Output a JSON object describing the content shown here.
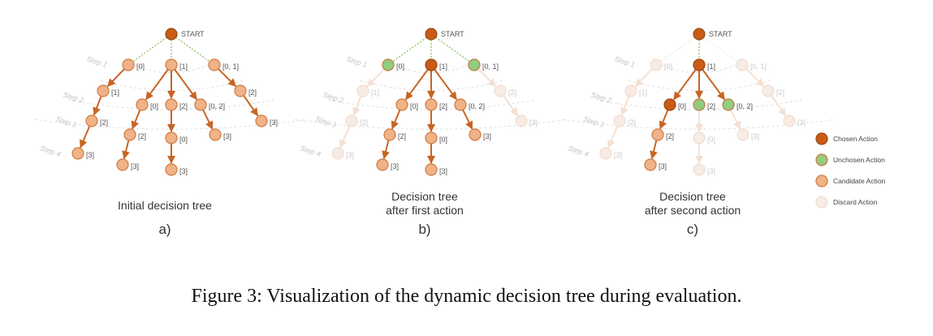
{
  "start_label": "START",
  "step_labels": [
    "Step 1",
    "Step 2",
    "Step 3",
    "Step 4"
  ],
  "colors": {
    "chosen": "#c85c17",
    "unchosen": "#92cc7e",
    "candidate": "#f0b287",
    "discard": "#f7ebe4",
    "edge": "#c76524",
    "start_edge": "#8dc25b"
  },
  "legend": [
    {
      "label": "Chosen Action",
      "type": "chosen"
    },
    {
      "label": "Unchosen Action",
      "type": "unchosen"
    },
    {
      "label": "Candidate Action",
      "type": "candidate"
    },
    {
      "label": "Discard Action",
      "type": "discard"
    }
  ],
  "tree": {
    "nodes": [
      {
        "id": "n0",
        "label": "[0]"
      },
      {
        "id": "n1",
        "label": "[1]"
      },
      {
        "id": "n2",
        "label": "[0, 1]"
      },
      {
        "id": "n0a",
        "label": "[1]"
      },
      {
        "id": "n1a",
        "label": "[0]"
      },
      {
        "id": "n1b",
        "label": "[2]"
      },
      {
        "id": "n1c",
        "label": "[0, 2]"
      },
      {
        "id": "n2a",
        "label": "[2]"
      },
      {
        "id": "n0b",
        "label": "[2]"
      },
      {
        "id": "n1d",
        "label": "[2]"
      },
      {
        "id": "n1e",
        "label": "[0]"
      },
      {
        "id": "n1f",
        "label": "[3]"
      },
      {
        "id": "n2b",
        "label": "[3]"
      },
      {
        "id": "n0c",
        "label": "[3]"
      },
      {
        "id": "n1g",
        "label": "[3]"
      },
      {
        "id": "n1h",
        "label": "[3]"
      }
    ],
    "edges": [
      [
        "n0",
        "n0a"
      ],
      [
        "n0a",
        "n0b"
      ],
      [
        "n0b",
        "n0c"
      ],
      [
        "n1",
        "n1a"
      ],
      [
        "n1",
        "n1b"
      ],
      [
        "n1",
        "n1c"
      ],
      [
        "n1a",
        "n1d"
      ],
      [
        "n1d",
        "n1g"
      ],
      [
        "n1b",
        "n1e"
      ],
      [
        "n1e",
        "n1h"
      ],
      [
        "n1c",
        "n1f"
      ],
      [
        "n2",
        "n2a"
      ],
      [
        "n2a",
        "n2b"
      ]
    ]
  },
  "panels": [
    {
      "caption": [
        "Initial decision tree"
      ],
      "sublabel": "a)",
      "states": {
        "n0": "candidate",
        "n1": "candidate",
        "n2": "candidate",
        "n0a": "candidate",
        "n1a": "candidate",
        "n1b": "candidate",
        "n1c": "candidate",
        "n2a": "candidate",
        "n0b": "candidate",
        "n1d": "candidate",
        "n1e": "candidate",
        "n1f": "candidate",
        "n2b": "candidate",
        "n0c": "candidate",
        "n1g": "candidate",
        "n1h": "candidate"
      }
    },
    {
      "caption": [
        "Decision tree",
        "after first action"
      ],
      "sublabel": "b)",
      "states": {
        "n0": "unchosen",
        "n1": "chosen",
        "n2": "unchosen",
        "n0a": "discard",
        "n1a": "candidate",
        "n1b": "candidate",
        "n1c": "candidate",
        "n2a": "discard",
        "n0b": "discard",
        "n1d": "candidate",
        "n1e": "candidate",
        "n1f": "candidate",
        "n2b": "discard",
        "n0c": "discard",
        "n1g": "candidate",
        "n1h": "candidate"
      }
    },
    {
      "caption": [
        "Decision tree",
        "after second action"
      ],
      "sublabel": "c)",
      "states": {
        "n0": "discard",
        "n1": "chosen",
        "n2": "discard",
        "n0a": "discard",
        "n1a": "chosen",
        "n1b": "unchosen",
        "n1c": "unchosen",
        "n2a": "discard",
        "n0b": "discard",
        "n1d": "candidate",
        "n1e": "discard",
        "n1f": "discard",
        "n2b": "discard",
        "n0c": "discard",
        "n1g": "candidate",
        "n1h": "discard"
      }
    }
  ],
  "figure_caption": "Figure 3: Visualization of the dynamic decision tree during evaluation."
}
